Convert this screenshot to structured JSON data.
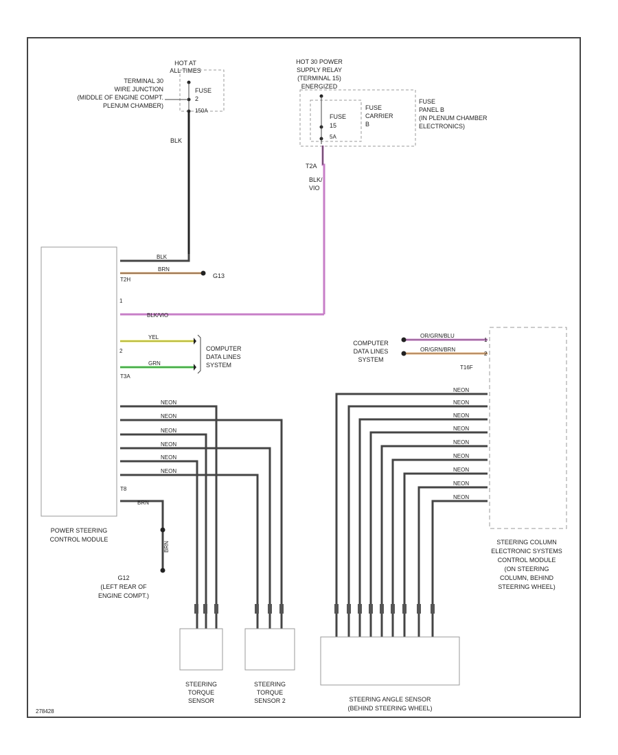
{
  "power_sources": {
    "hot_at_all_times": [
      "HOT AT",
      "ALL TIMES"
    ],
    "terminal_30": [
      "TERMINAL 30",
      "WIRE JUNCTION",
      "(MIDDLE OF ENGINE COMPT.",
      "PLENUM CHAMBER)"
    ],
    "fuse_2": [
      "FUSE",
      "2"
    ],
    "fuse_2_amps": "150A",
    "hot_power_relay": [
      "HOT 30 POWER",
      "SUPPLY RELAY",
      "(TERMINAL 15)",
      "ENERGIZED"
    ],
    "fuse_15": [
      "FUSE",
      "15"
    ],
    "fuse_15_amps": "5A",
    "fuse_carrier": [
      "FUSE",
      "CARRIER",
      "B"
    ],
    "fuse_panel": [
      "FUSE",
      "PANEL B",
      "(IN PLENUM CHAMBER",
      "ELECTRONICS)"
    ]
  },
  "wires": {
    "blk": "BLK",
    "blk_vio": [
      "BLK/",
      "VIO"
    ],
    "connector_t2a": "T2A",
    "connector_t2h": "T2H",
    "connector_t3a": "T3A",
    "connector_t1k": "T16F",
    "connector_t8": "T8",
    "ground_g13": "G13",
    "pin_1": "1",
    "pin_2": "2",
    "pin_2b": "2",
    "power_wires": [
      "BLK",
      "BRN",
      "BLK/VIO"
    ],
    "data_wires": [
      "YEL",
      "GRN"
    ],
    "torque_wires": [
      "NEON",
      "NEON",
      "NEON",
      "NEON",
      "NEON",
      "NEON"
    ],
    "column_data_wires": [
      "OR/GRN/BLU",
      "OR/GRN/BRN"
    ],
    "angle_wires": [
      "NEON",
      "NEON",
      "NEON",
      "NEON",
      "NEON",
      "NEON",
      "NEON",
      "NEON",
      "NEON"
    ],
    "ground_wire": [
      "BRN",
      "BRN"
    ]
  },
  "components": {
    "power_steering_module": [
      "POWER STEERING",
      "CONTROL MODULE"
    ],
    "data_lines_left": [
      "COMPUTER",
      "DATA LINES",
      "SYSTEM"
    ],
    "data_lines_right": [
      "COMPUTER",
      "DATA LINES",
      "SYSTEM"
    ],
    "ground_location": [
      "G12",
      "(LEFT REAR OF",
      "ENGINE COMPT.)"
    ],
    "torque_sensor_1": [
      "STEERING",
      "TORQUE",
      "SENSOR"
    ],
    "torque_sensor_2": [
      "STEERING",
      "TORQUE",
      "SENSOR 2"
    ],
    "angle_sensor": [
      "STEERING ANGLE SENSOR",
      "(BEHIND STEERING WHEEL)"
    ],
    "column_module": [
      "STEERING COLUMN",
      "ELECTRONIC SYSTEMS",
      "CONTROL MODULE",
      "(ON STEERING",
      "COLUMN, BEHIND",
      "STEERING WHEEL)"
    ]
  },
  "footer_code": "278428",
  "colors": {
    "blk": "#222222",
    "brn": "#e7b07a",
    "vio": "#c77ec7",
    "yel": "#e9e94a",
    "grn": "#53d353",
    "gray_wire": "#444444",
    "dash": "#999999"
  }
}
